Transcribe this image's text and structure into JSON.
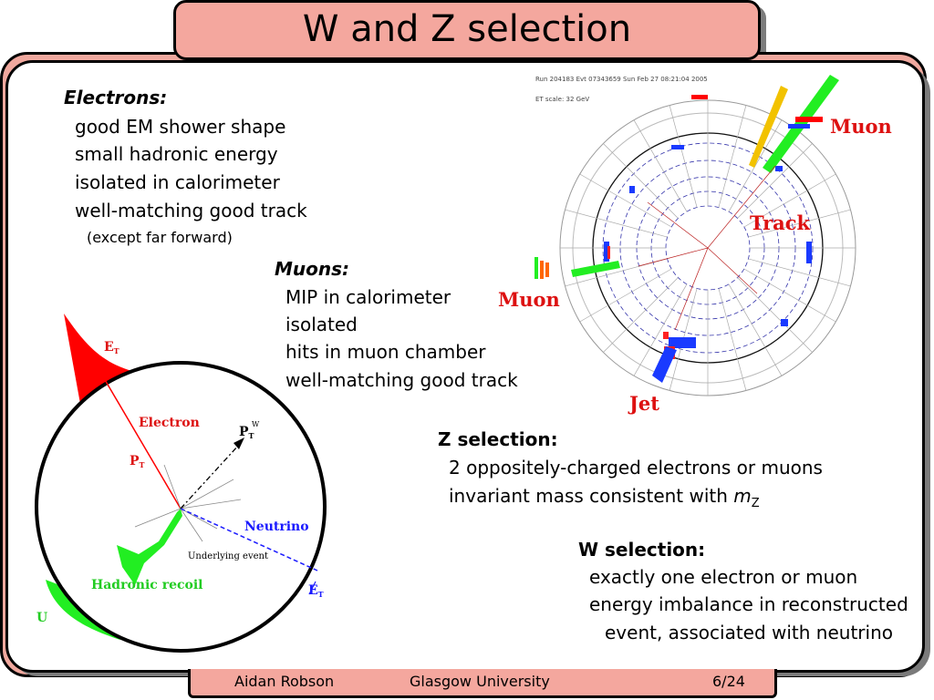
{
  "slide": {
    "title": "W and Z selection"
  },
  "electrons": {
    "heading": "Electrons:",
    "items": [
      "good EM shower shape",
      "small hadronic energy",
      "isolated in calorimeter",
      "well-matching good track"
    ],
    "note": "(except far forward)"
  },
  "muons": {
    "heading": "Muons:",
    "items": [
      "MIP in calorimeter",
      "isolated",
      "hits in muon chamber",
      "well-matching good track"
    ]
  },
  "z_selection": {
    "heading": "Z selection:",
    "line1": "2 oppositely-charged electrons or muons",
    "line2_prefix": "invariant mass consistent with ",
    "line2_var": "m",
    "line2_sub": "Z"
  },
  "w_selection": {
    "heading": "W selection:",
    "line1": "exactly one electron or muon",
    "line2": "energy imbalance in reconstructed",
    "line3": "event, associated with neutrino"
  },
  "event_display": {
    "header1": "Run 204183 Evt 07343659 Sun Feb 27 08:21:04 2005",
    "header2": "ET scale: 32 GeV",
    "label_muon_top": "Muon",
    "label_track": "Track",
    "label_muon_left": "Muon",
    "label_jet": "Jet"
  },
  "w_diagram": {
    "et": "E",
    "et_sub": "T",
    "electron": "Electron",
    "pt": "P",
    "pt_sub": "T",
    "ptw": "P",
    "ptw_sub": "T",
    "ptw_sup": "W",
    "neutrino": "Neutrino",
    "underlying": "Underlying event",
    "hadronic_recoil": "Hadronic recoil",
    "met": "E",
    "met_sub": "T",
    "u": "U"
  },
  "footer": {
    "author": "Aidan Robson",
    "institution": "Glasgow University",
    "page": "6/24"
  },
  "colors": {
    "accent": "#f4a79e",
    "red": "#ff0000",
    "green": "#22ee22",
    "blue": "#1a1aff"
  }
}
